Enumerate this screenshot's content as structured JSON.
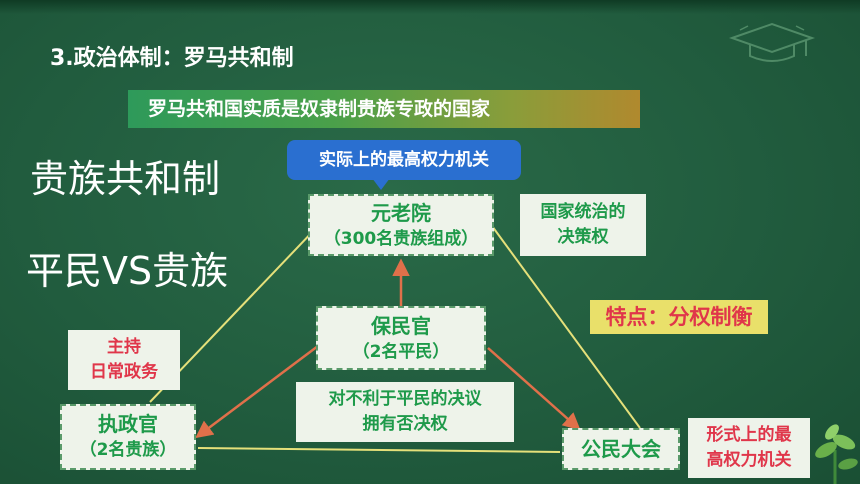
{
  "title": "3.政治体制：罗马共和制",
  "banner": "罗马共和国实质是奴隶制贵族专政的国家",
  "left_heading_1": "贵族共和制",
  "left_heading_2": "平民VS贵族",
  "callout": "实际上的最高权力机关",
  "nodes": {
    "senate": {
      "line1": "元老院",
      "line2": "（300名贵族组成）"
    },
    "tribune": {
      "line1": "保民官",
      "line2": "（2名平民）"
    },
    "consul": {
      "line1": "执政官",
      "line2": "（2名贵族）"
    },
    "assembly": {
      "line1": "公民大会"
    }
  },
  "notes": {
    "senate_power": {
      "line1": "国家统治的",
      "line2": "决策权"
    },
    "consul_duty": {
      "line1": "主持",
      "line2": "日常政务"
    },
    "tribune_veto": {
      "line1": "对不利于平民的决议",
      "line2": "拥有否决权"
    },
    "assembly_formal": {
      "line1": "形式上的最",
      "line2": "高权力机关"
    }
  },
  "trait": "特点：分权制衡",
  "colors": {
    "background": "#215c3e",
    "node_text": "#1e9a4a",
    "red_text": "#e0364a",
    "callout": "#2a6fd0",
    "yellow_line": "#e5e07a",
    "arrow": "#e0704a",
    "trait_bg": "#e9e06a"
  },
  "icons": [
    "graduation-cap-icon",
    "plant-icon"
  ]
}
